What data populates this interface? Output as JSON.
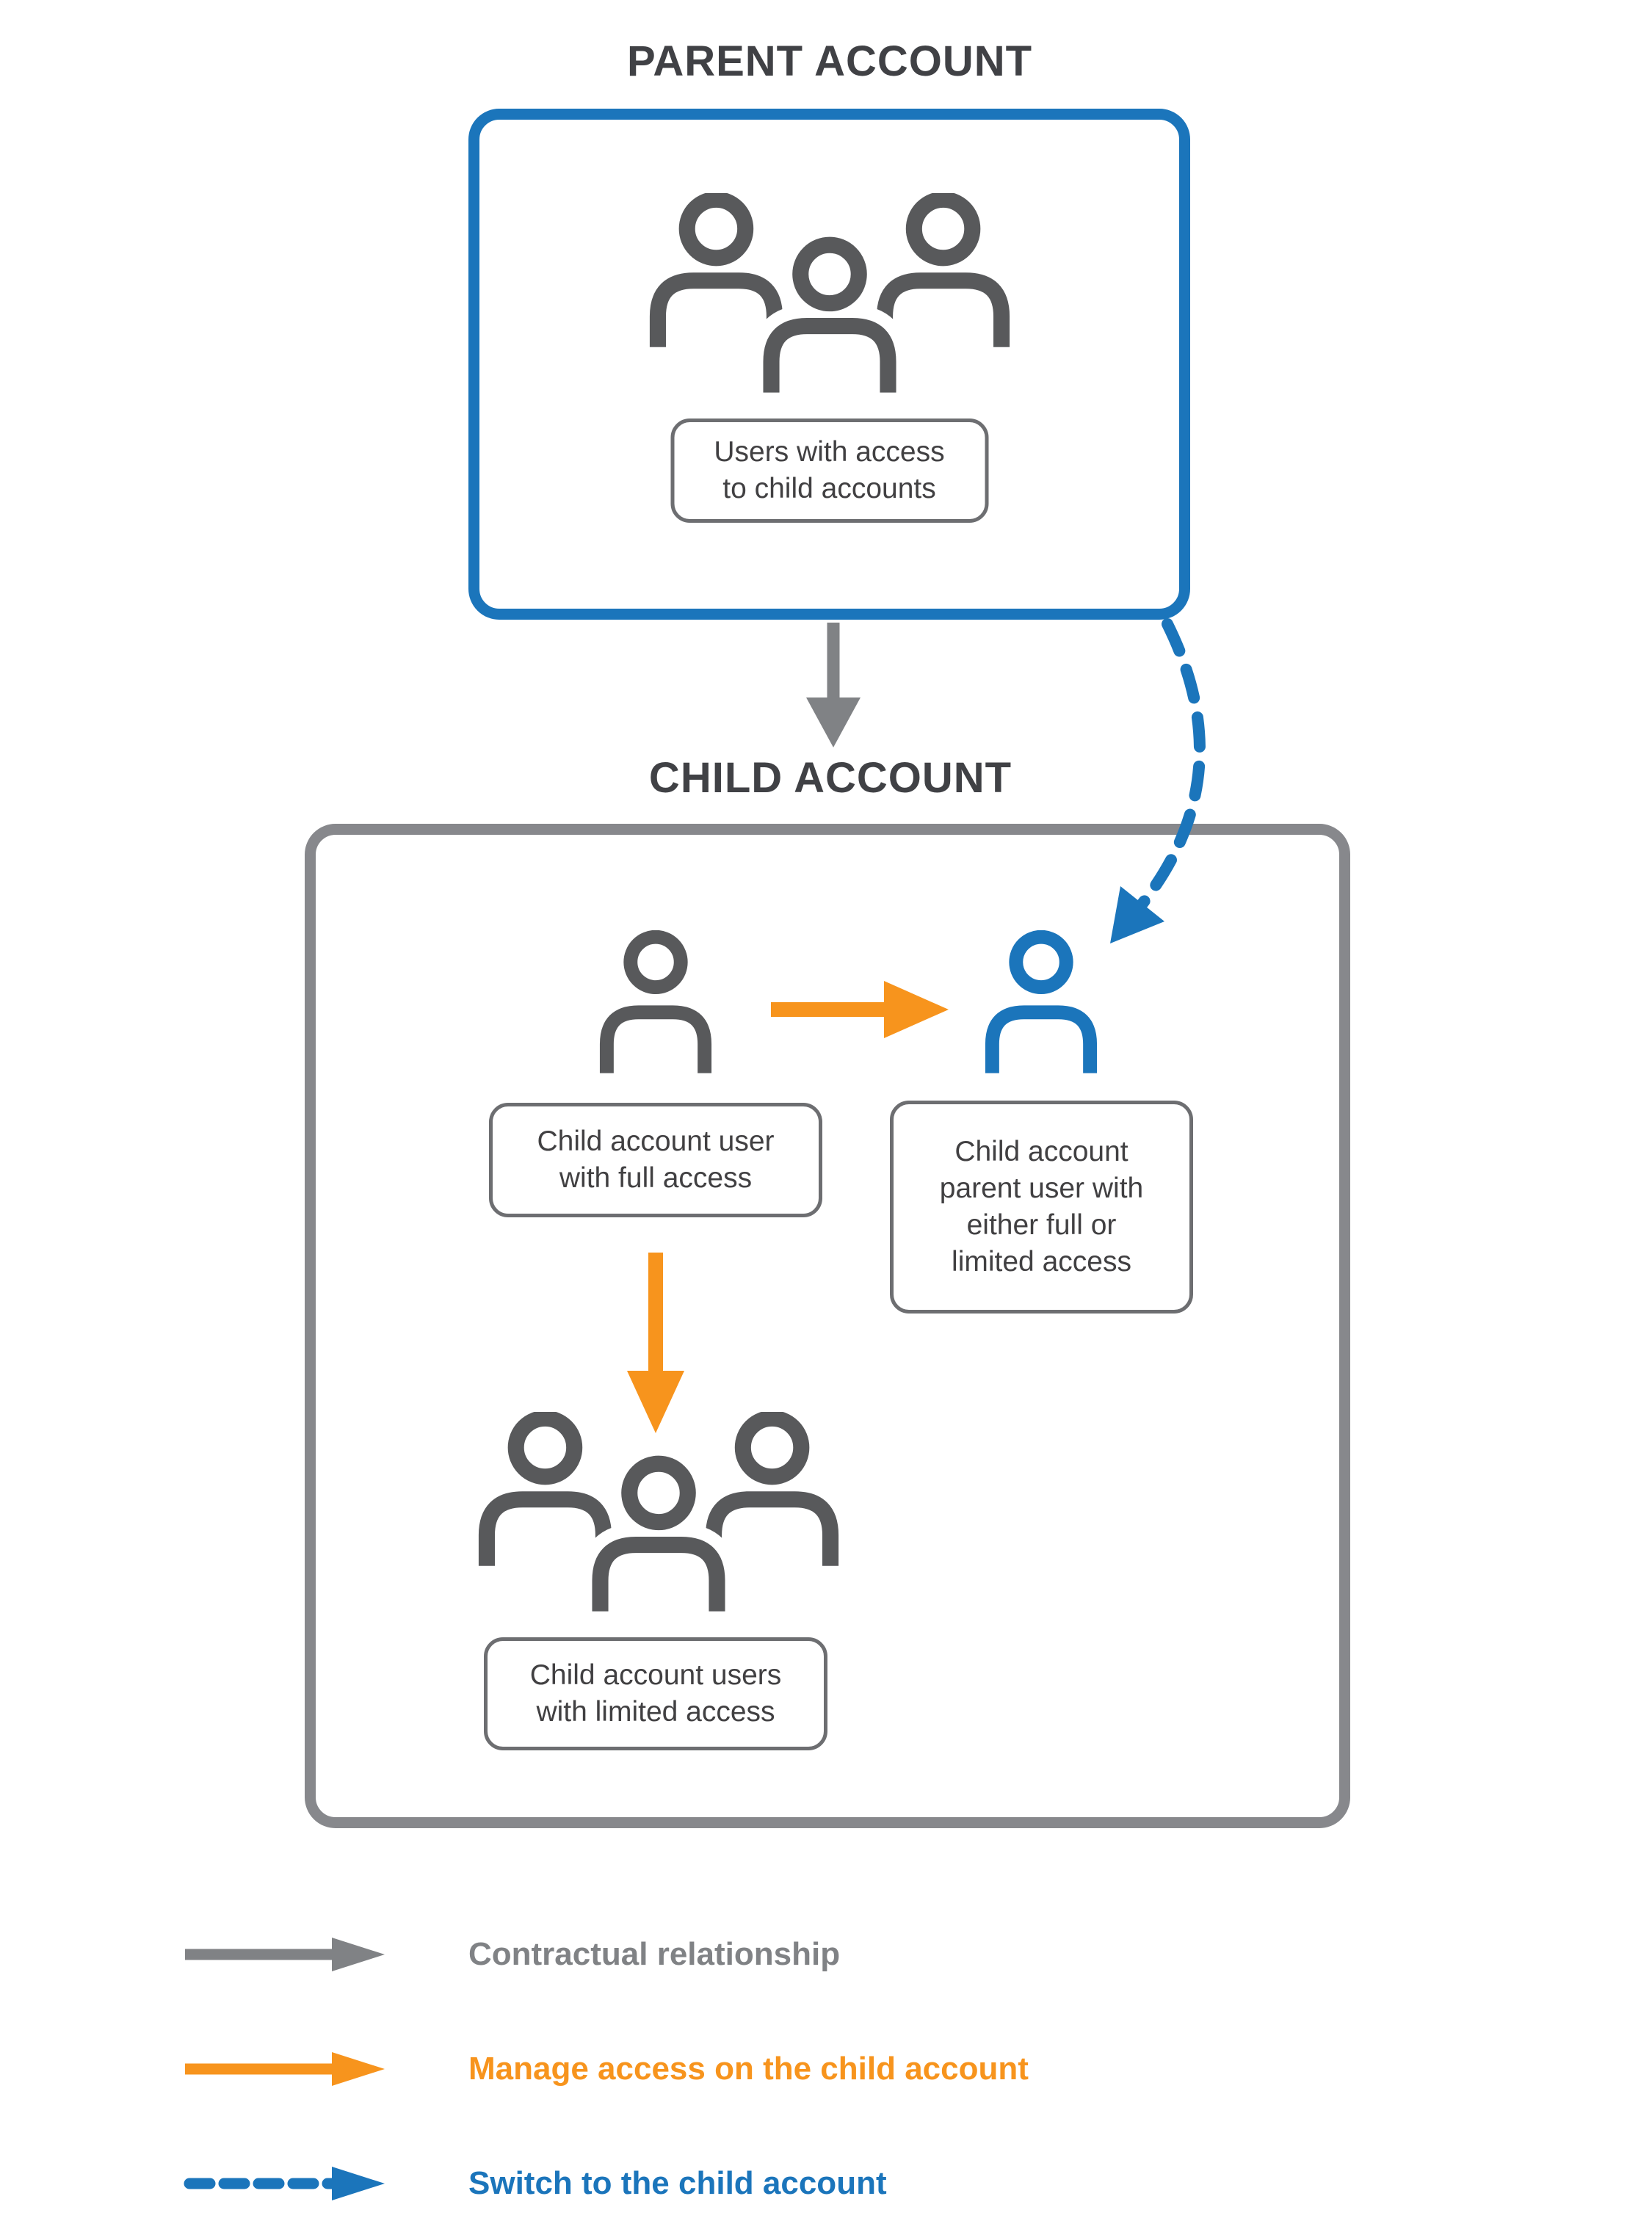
{
  "colors": {
    "blue": "#1b75bb",
    "orange": "#f7941d",
    "gray": "#808285",
    "icon_gray": "#58595b",
    "text_dark": "#414042"
  },
  "diagram": {
    "parent": {
      "title": "PARENT ACCOUNT",
      "users_label": "Users with access\nto child accounts"
    },
    "child": {
      "title": "CHILD ACCOUNT",
      "full_access_label": "Child account user\nwith full access",
      "parent_user_label": "Child account\nparent user with\neither full or\nlimited access",
      "limited_access_label": "Child account users\nwith limited access"
    }
  },
  "icons": {
    "parent_box": "users-group-icon",
    "child_full_access": "user-icon",
    "child_parent_user": "user-icon-blue",
    "child_limited": "users-group-icon"
  },
  "legend": {
    "items": [
      {
        "label": "Contractual relationship",
        "style": "gray-solid"
      },
      {
        "label": "Manage access on the child account",
        "style": "orange-solid"
      },
      {
        "label": "Switch to the child account",
        "style": "blue-dashed"
      }
    ]
  }
}
